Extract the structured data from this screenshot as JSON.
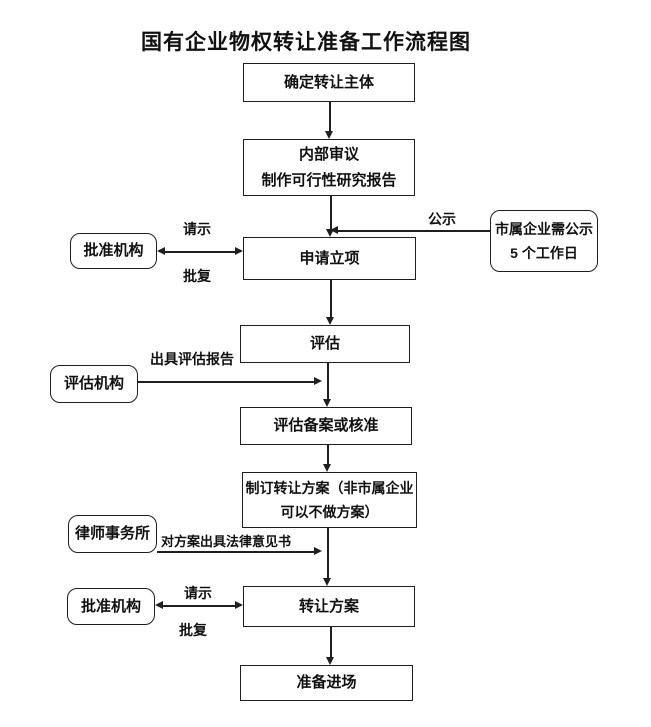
{
  "title": "国有企业物权转让准备工作流程图",
  "flow": {
    "step1": {
      "label": "确定转让主体"
    },
    "step2": {
      "line1": "内部审议",
      "line2": "制作可行性研究报告"
    },
    "step3": {
      "label": "申请立项"
    },
    "step4": {
      "label": "评估"
    },
    "step5": {
      "label": "评估备案或核准"
    },
    "step6": {
      "line1": "制订转让方案（非市属企业",
      "line2": "可以不做方案）"
    },
    "step7": {
      "label": "转让方案"
    },
    "step8": {
      "label": "准备进场"
    }
  },
  "side_boxes": {
    "approval_agency_1": {
      "label": "批准机构"
    },
    "publicity_note": {
      "line1": "市属企业需公示",
      "line2": "5 个工作日"
    },
    "evaluation_agency": {
      "label": "评估机构"
    },
    "law_firm": {
      "label": "律师事务所"
    },
    "approval_agency_2": {
      "label": "批准机构"
    }
  },
  "edge_labels": {
    "request_1": "请示",
    "reply_1": "批复",
    "publicity": "公示",
    "evaluation_report": "出具评估报告",
    "legal_opinion": "对方案出具法律意见书",
    "request_2": "请示",
    "reply_2": "批复"
  },
  "colors": {
    "line": "#1f1f1f",
    "text": "#111111",
    "background": "#ffffff"
  }
}
